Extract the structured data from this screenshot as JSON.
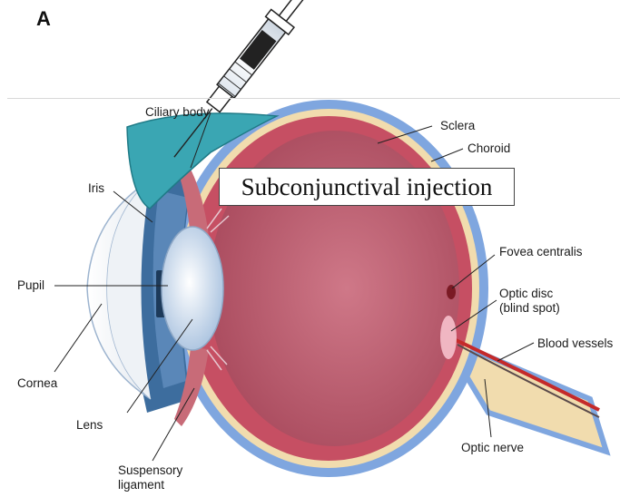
{
  "panel_letter": "A",
  "callout": "Subconjunctival injection",
  "labels": {
    "ciliary_body": "Ciliary body",
    "iris": "Iris",
    "pupil": "Pupil",
    "cornea": "Cornea",
    "lens": "Lens",
    "suspensory_ligament_1": "Suspensory",
    "suspensory_ligament_2": "ligament",
    "sclera": "Sclera",
    "choroid": "Choroid",
    "fovea": "Fovea centralis",
    "optic_disc_1": "Optic disc",
    "optic_disc_2": "(blind spot)",
    "blood_vessels": "Blood vessels",
    "optic_nerve": "Optic nerve"
  },
  "colors": {
    "sclera": "#7fa6df",
    "choroid": "#f1dcae",
    "retina": "#c64f63",
    "vitreous": "#b85f6f",
    "conjunctiva_bleb": "#3aa6b3",
    "lens": "#dfe9f4",
    "optic_nerve": "#f1dcae",
    "vessel": "#c42a2a"
  }
}
